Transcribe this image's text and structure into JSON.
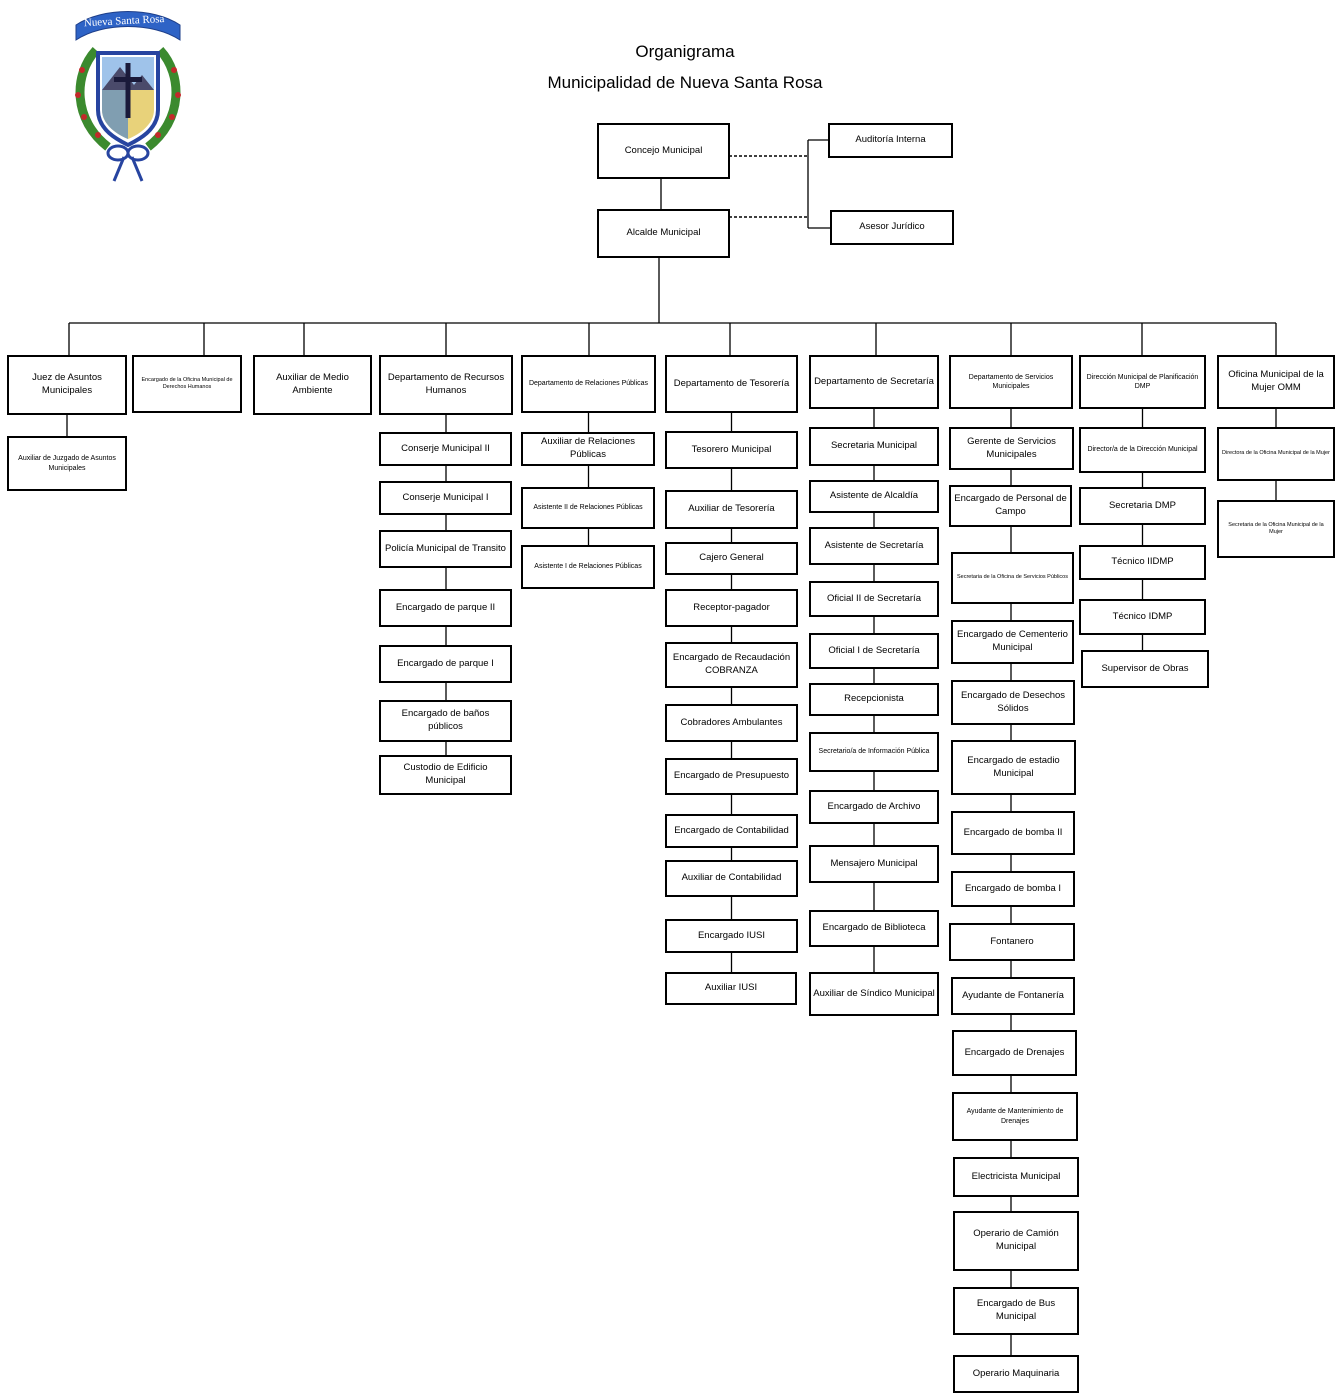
{
  "title_line1": "Organigrama",
  "title_line2": "Municipalidad de Nueva Santa Rosa",
  "logo": {
    "banner_text": "Nueva Santa Rosa"
  },
  "colors": {
    "line": "#000000",
    "box_fill": "#ffffff",
    "banner": "#2e63c6",
    "shield_border": "#2744a0",
    "laurel": "#3b8a2e",
    "berries": "#c22a2a"
  },
  "nodes": {
    "concejo": "Concejo Municipal",
    "alcalde": "Alcalde Municipal",
    "auditoria": "Auditoría Interna",
    "asesor": "Asesor Jurídico"
  },
  "columns": [
    {
      "head": "Juez de Asuntos Municipales",
      "items": [
        "Auxiliar de Juzgado de Asuntos Municipales"
      ]
    },
    {
      "head": "Encargado de la Oficina Municipal de Derechos Humanos",
      "items": []
    },
    {
      "head": "Auxiliar de Medio Ambiente",
      "items": []
    },
    {
      "head": "Departamento de Recursos Humanos",
      "items": [
        "Conserje Municipal II",
        "Conserje Municipal I",
        "Policía Municipal de Transito",
        "Encargado de parque II",
        "Encargado de parque I",
        "Encargado de baños públicos",
        "Custodio de Edificio Municipal"
      ]
    },
    {
      "head": "Departamento de Relaciones Públicas",
      "items": [
        "Auxiliar de Relaciones Públicas",
        "Asistente II de Relaciones Públicas",
        "Asistente I de Relaciones Públicas"
      ]
    },
    {
      "head": "Departamento de Tesorería",
      "items": [
        "Tesorero Municipal",
        "Auxiliar de Tesorería",
        "Cajero General",
        "Receptor-pagador",
        "Encargado de Recaudación COBRANZA",
        "Cobradores Ambulantes",
        "Encargado de Presupuesto",
        "Encargado de Contabilidad",
        "Auxiliar de Contabilidad",
        "Encargado IUSI",
        "Auxiliar IUSI"
      ]
    },
    {
      "head": "Departamento de Secretaría",
      "items": [
        "Secretaria Municipal",
        "Asistente de Alcaldía",
        "Asistente de Secretaría",
        "Oficial II de Secretaría",
        "Oficial I de Secretaría",
        "Recepcionista",
        "Secretario/a de Información Pública",
        "Encargado de Archivo",
        "Mensajero Municipal",
        "Encargado de Biblioteca",
        "Auxiliar de Síndico Municipal"
      ]
    },
    {
      "head": "Departamento de Servicios Municipales",
      "items": [
        "Gerente de Servicios Municipales",
        "Encargado de Personal de Campo",
        "Secretaria de la Oficina de Servicios Públicos",
        "Encargado de Cementerio Municipal",
        "Encargado de Desechos Sólidos",
        "Encargado de estadio Municipal",
        "Encargado de bomba II",
        "Encargado de bomba I",
        "Fontanero",
        "Ayudante de Fontanería",
        "Encargado de Drenajes",
        "Ayudante de Mantenimiento de Drenajes",
        "Electricista Municipal",
        "Operario de Camión Municipal",
        "Encargado de Bus Municipal",
        "Operario Maquinaria"
      ]
    },
    {
      "head": "Dirección Municipal de Planificación DMP",
      "items": [
        "Director/a de la Dirección Municipal",
        "Secretaria DMP",
        "Técnico IIDMP",
        "Técnico IDMP",
        "Supervisor de Obras"
      ]
    },
    {
      "head": "Oficina Municipal de la Mujer OMM",
      "items": [
        "Directora de la Oficina Municipal de la Mujer",
        "Secretaria de la Oficina Municipal de la Mujer"
      ]
    }
  ]
}
